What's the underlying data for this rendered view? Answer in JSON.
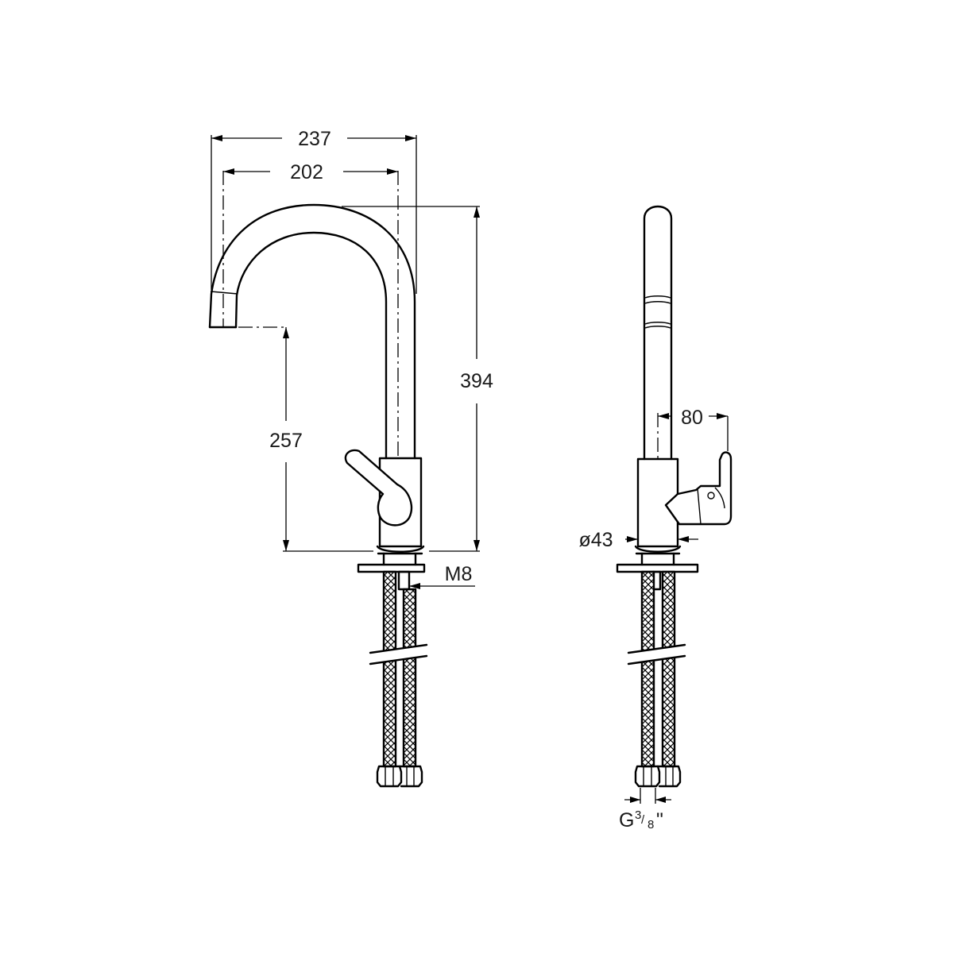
{
  "dimensions": {
    "overall_reach": "237",
    "spout_reach": "202",
    "total_height": "394",
    "spout_height": "257",
    "handle_offset": "80",
    "base_diameter": "ø43",
    "fixing_thread": "M8",
    "connection_thread_prefix": "G",
    "connection_thread_numerator": "3",
    "connection_thread_denominator": "8",
    "connection_thread_suffix": "\""
  }
}
